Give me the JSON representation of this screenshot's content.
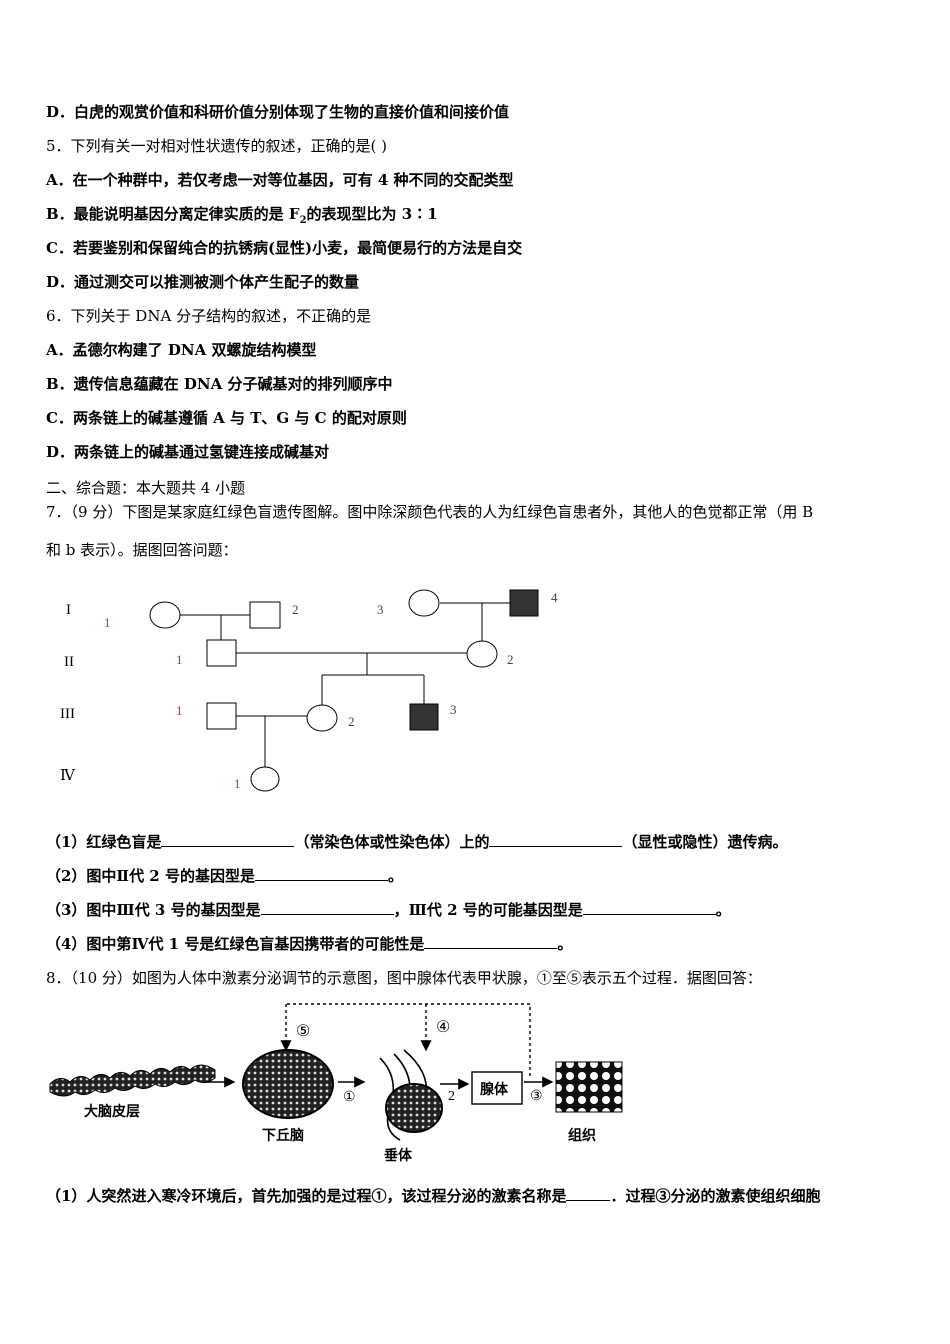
{
  "lines": {
    "l1": "D．白虎的观赏价值和科研价值分别体现了生物的直接价值和间接价值",
    "l2": "5．下列有关一对相对性状遗传的叙述，正确的是( )",
    "l3": "A．在一个种群中，若仅考虑一对等位基因，可有 4 种不同的交配类型",
    "l4a": "B．最能说明基因分离定律实质的是 F",
    "l4sub": "2",
    "l4b": "的表现型比为 3∶1",
    "l5": "C．若要鉴别和保留纯合的抗锈病(显性)小麦，最简便易行的方法是自交",
    "l6": "D．通过测交可以推测被测个体产生配子的数量",
    "l7": "6．下列关于 DNA 分子结构的叙述，不正确的是",
    "l8": "A．孟德尔构建了 DNA 双螺旋结构模型",
    "l9": "B．遗传信息蕴藏在 DNA 分子碱基对的排列顺序中",
    "l10": "C．两条链上的碱基遵循 A 与 T、G 与 C 的配对原则",
    "l11": "D．两条链上的碱基通过氢键连接成碱基对",
    "l12": "二、综合题：本大题共 4 小题",
    "l13": "7．（9 分）下图是某家庭红绿色盲遗传图解。图中除深颜色代表的人为红绿色盲患者外，其他人的色觉都正常（用 B",
    "l14": "和 b 表示）。据图回答问题：",
    "q1a": "（1）红绿色盲是",
    "q1b": "（常染色体或性染色体）上的",
    "q1c": "（显性或隐性）遗传病。",
    "q2a": "（2）图中Ⅱ代 2 号的基因型是",
    "q2b": "。",
    "q3a": "（3）图中Ⅲ代 3 号的基因型是",
    "q3b": "，Ⅲ代 2 号的可能基因型是",
    "q3c": "。",
    "q4a": "（4）图中第Ⅳ代 1 号是红绿色盲基因携带者的可能性是",
    "q4b": "。",
    "l15": "8．（10 分）如图为人体中激素分泌调节的示意图，图中腺体代表甲状腺，①至⑤表示五个过程．据图回答：",
    "l16a": "（1）人突然进入寒冷环境后，首先加强的是过程①，该过程分泌的激素名称是",
    "l16b": "．过程③分泌的激素使组织细胞"
  },
  "pedigree": {
    "gen1": "I",
    "gen2": "II",
    "gen3": "III",
    "gen4": "Ⅳ",
    "n1_1": "1",
    "n1_2": "2",
    "n1_3": "3",
    "n1_4": "4",
    "n2_1": "1",
    "n2_2": "2",
    "n3_1": "1",
    "n3_2": "2",
    "n3_3": "3",
    "n4_1": "1"
  },
  "hormone": {
    "p5": "⑤",
    "p4": "④",
    "p1": "①",
    "p2": "2",
    "p3": "③",
    "cortex": "大脑皮层",
    "hypothalamus": "下丘脑",
    "pituitary": "垂体",
    "gland": "腺体",
    "tissue": "组织"
  },
  "colors": {
    "affected": "#333333",
    "label_pink": "#b0306a"
  }
}
